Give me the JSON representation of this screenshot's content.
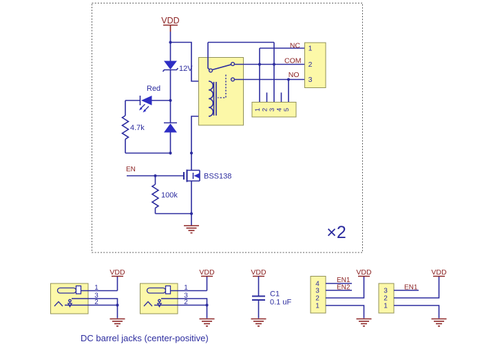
{
  "colors": {
    "wire_navy": "#2b2b9e",
    "component_blue": "#2e2ec4",
    "net_label_maroon": "#8b2222",
    "box_fill_yellow": "#fcf8a8",
    "box_border_olive": "#8f8f55",
    "frame_gray": "#595959",
    "background": "#ffffff"
  },
  "labels": {
    "vdd": "VDD",
    "multiplier": "×2",
    "caption": "DC barrel jacks (center-positive)"
  },
  "main_circuit": {
    "zener_value": "12V",
    "led_name": "Red",
    "led_resistor_value": "4.7k",
    "enable_net": "EN",
    "mosfet_part": "BSS138",
    "pulldown_value": "100k",
    "contact_nets": {
      "nc": "NC",
      "com": "COM",
      "no": "NO"
    },
    "terminal_pins": [
      "1",
      "2",
      "3"
    ],
    "header_pins": [
      "1",
      "2",
      "3",
      "4",
      "5"
    ]
  },
  "bottom_section": {
    "jack_pins": [
      "1",
      "3",
      "2"
    ],
    "capacitor": {
      "name": "C1",
      "value": "0.1 uF"
    },
    "enable_header_4pin": {
      "pins": [
        "4",
        "3",
        "2",
        "1"
      ],
      "nets": [
        "EN1",
        "EN2"
      ]
    },
    "enable_header_3pin": {
      "pins": [
        "3",
        "2",
        "1"
      ],
      "net": "EN1"
    }
  }
}
